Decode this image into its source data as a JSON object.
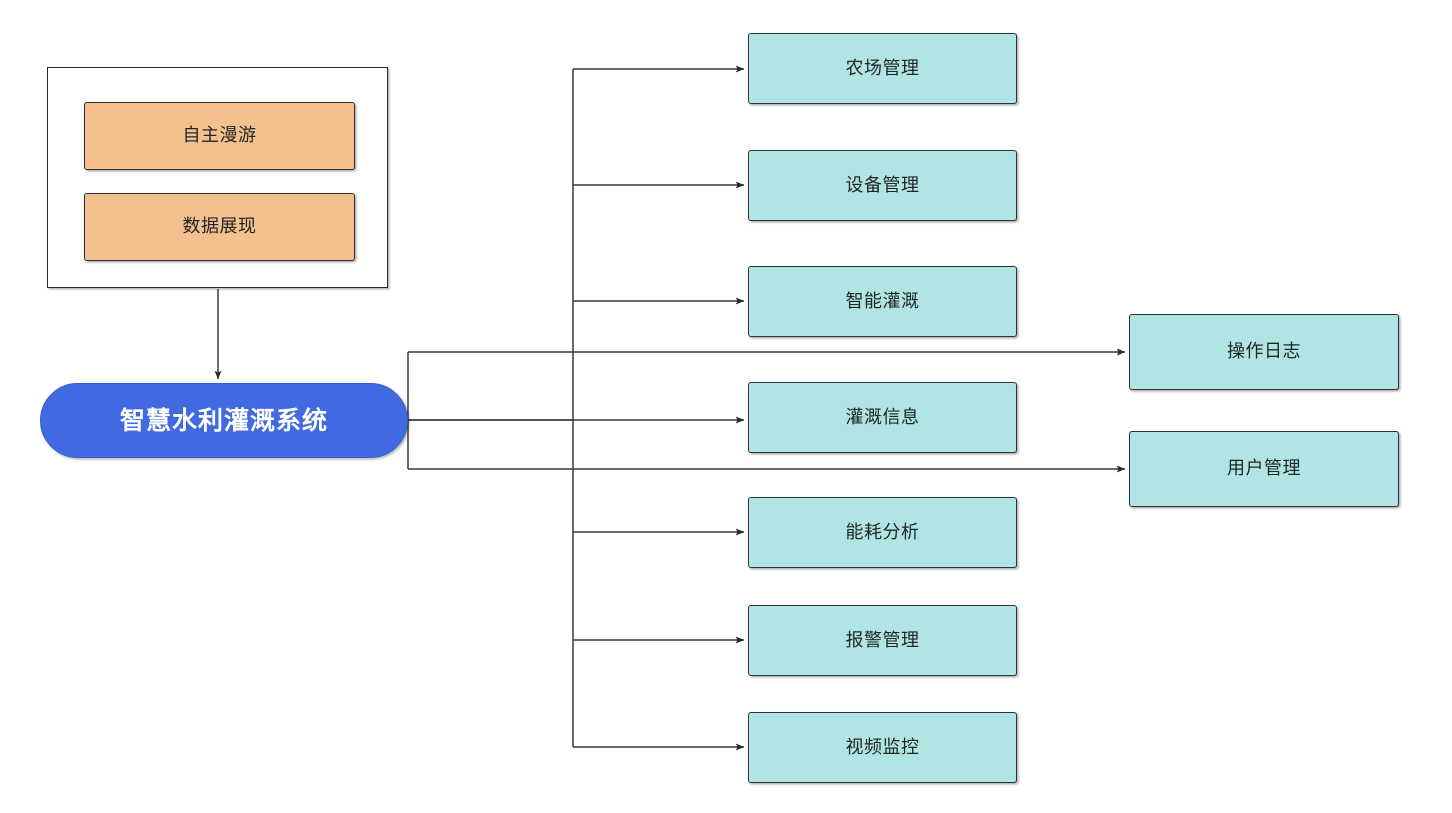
{
  "diagram": {
    "type": "flowchart",
    "title": "智慧水利灌溉系统",
    "orientation": "left-to-right",
    "colors": {
      "root_fill": "#4169e1",
      "root_text": "#ffffff",
      "module_fill": "#b1e5e3",
      "feature_fill": "#f4c08d",
      "border": "#2b333b",
      "connector": "#3a3a3a",
      "background": "#ffffff"
    }
  },
  "group_container": {
    "name": "client-feature-group",
    "features": [
      {
        "id": "roam",
        "label": "自主漫游"
      },
      {
        "id": "data-display",
        "label": "数据展现"
      }
    ]
  },
  "root": {
    "id": "system-root",
    "label": "智慧水利灌溉系统"
  },
  "modules": [
    {
      "id": "farm-management",
      "label": "农场管理"
    },
    {
      "id": "device-management",
      "label": "设备管理"
    },
    {
      "id": "smart-irrigation",
      "label": "智能灌溉"
    },
    {
      "id": "irrigation-info",
      "label": "灌溉信息"
    },
    {
      "id": "energy-analysis",
      "label": "能耗分析"
    },
    {
      "id": "alarm-management",
      "label": "报警管理"
    },
    {
      "id": "video-surveillance",
      "label": "视频监控"
    }
  ],
  "side_modules": [
    {
      "id": "operation-log",
      "label": "操作日志"
    },
    {
      "id": "user-management",
      "label": "用户管理"
    }
  ],
  "edges": [
    {
      "from": "client-feature-group",
      "to": "system-root",
      "style": "arrow-down"
    },
    {
      "from": "system-root",
      "to": "farm-management",
      "style": "orthogonal-arrow"
    },
    {
      "from": "system-root",
      "to": "device-management",
      "style": "orthogonal-arrow"
    },
    {
      "from": "system-root",
      "to": "smart-irrigation",
      "style": "orthogonal-arrow"
    },
    {
      "from": "system-root",
      "to": "irrigation-info",
      "style": "straight-arrow"
    },
    {
      "from": "system-root",
      "to": "energy-analysis",
      "style": "orthogonal-arrow"
    },
    {
      "from": "system-root",
      "to": "alarm-management",
      "style": "orthogonal-arrow"
    },
    {
      "from": "system-root",
      "to": "video-surveillance",
      "style": "orthogonal-arrow"
    },
    {
      "from": "system-root",
      "to": "operation-log",
      "style": "orthogonal-arrow"
    },
    {
      "from": "system-root",
      "to": "user-management",
      "style": "orthogonal-arrow"
    }
  ]
}
